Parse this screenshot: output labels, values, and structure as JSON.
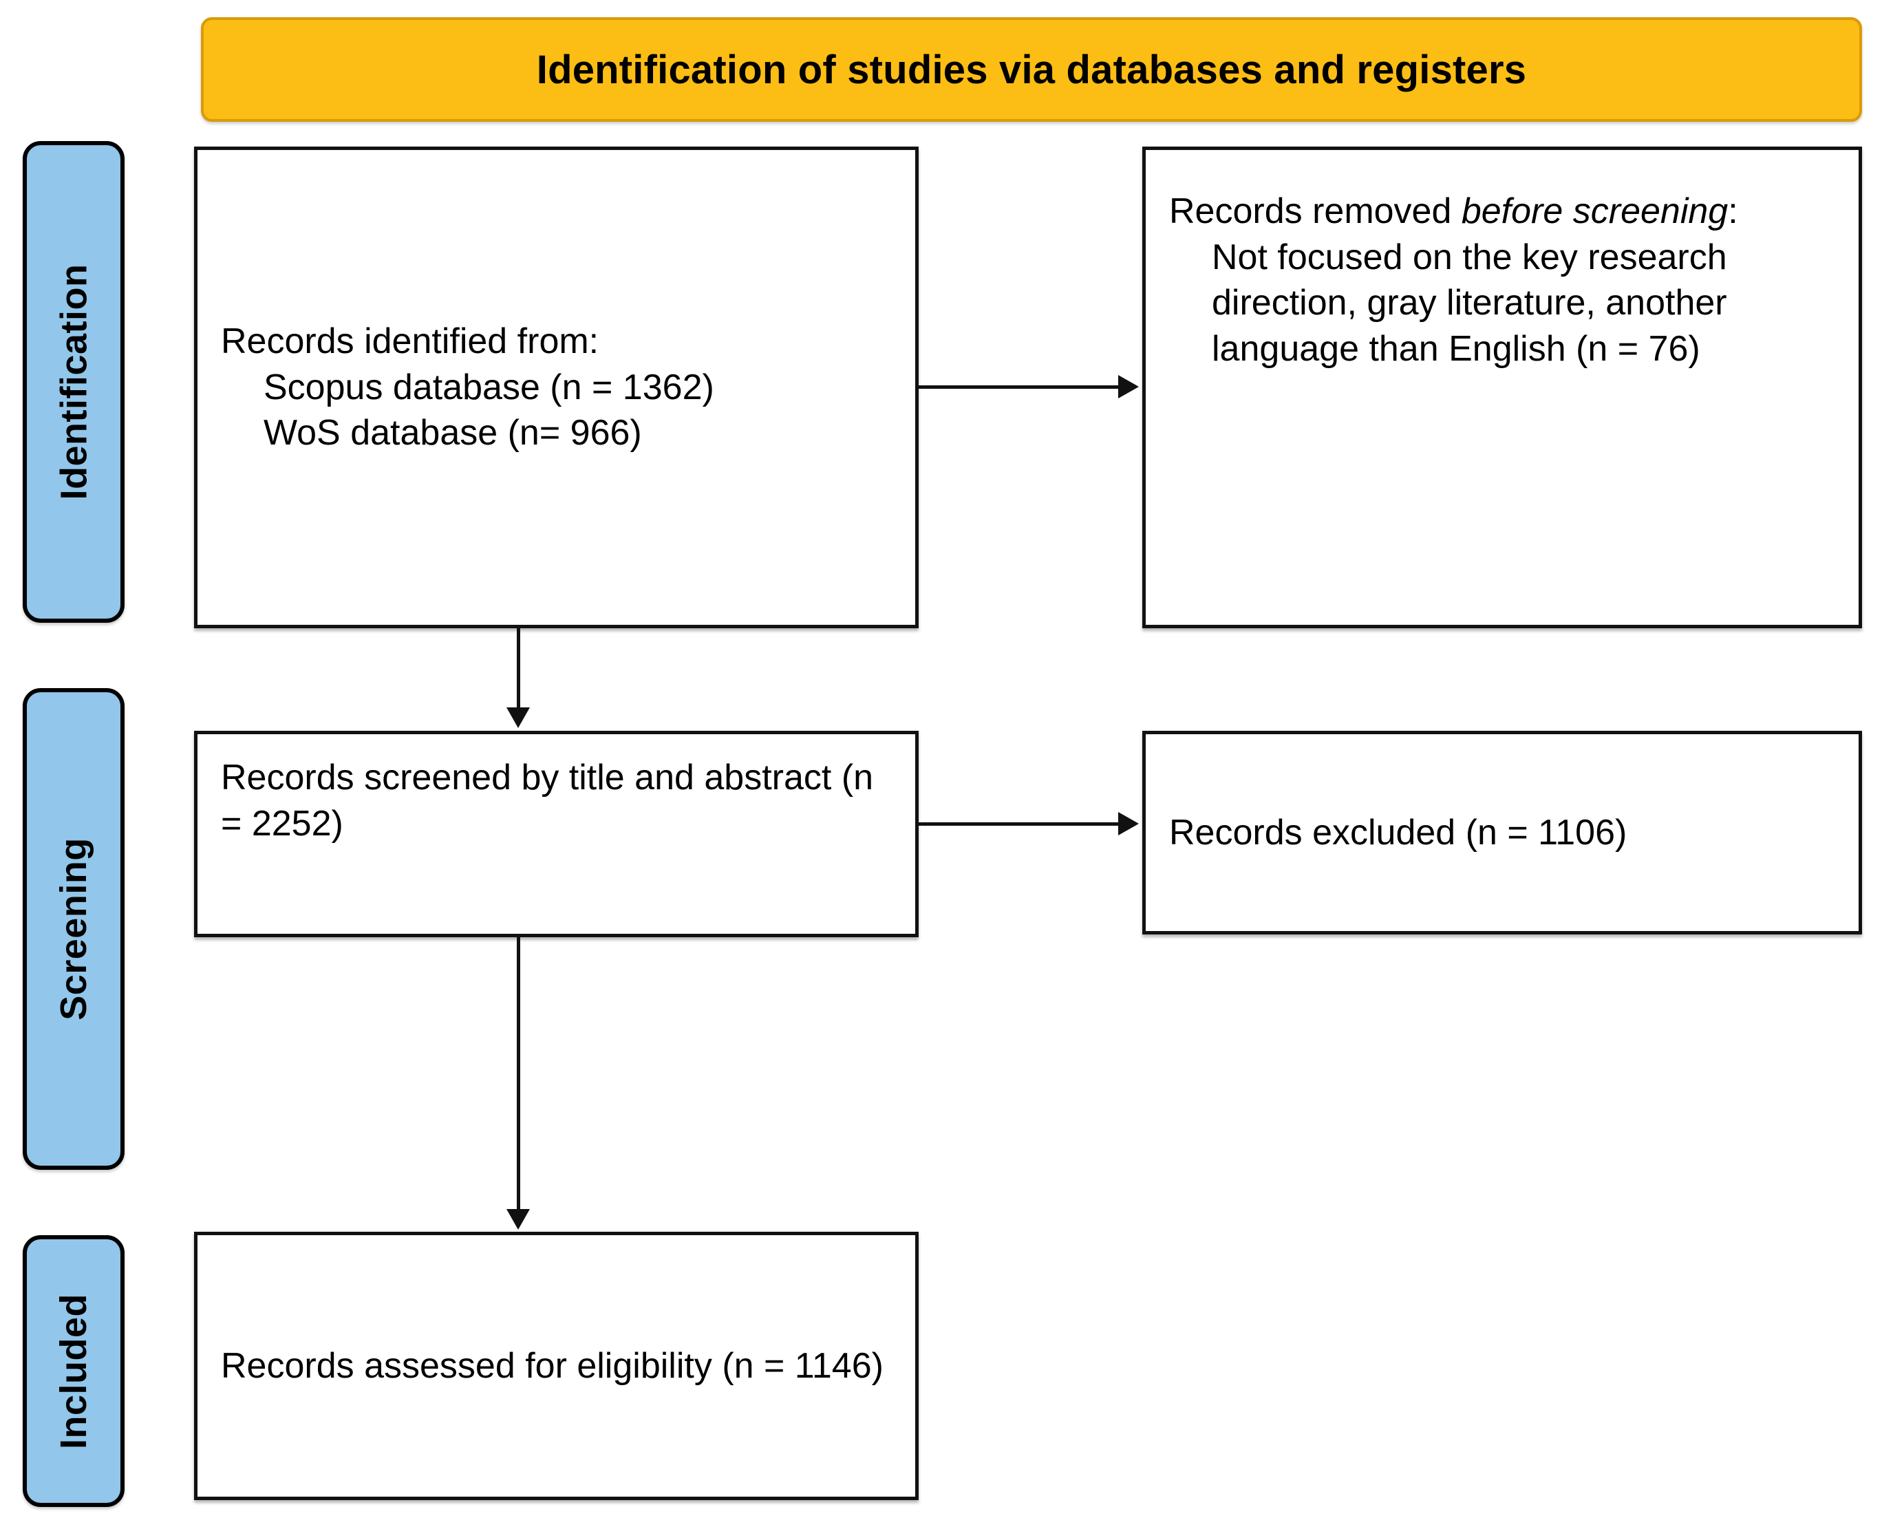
{
  "banner": {
    "title": "Identification of studies via databases and registers",
    "bg_color": "#FCBD14",
    "border_color": "#D99B08"
  },
  "stages": {
    "accent_color": "#92C6EA",
    "items": [
      {
        "id": "identification",
        "label": "Identification"
      },
      {
        "id": "screening",
        "label": "Screening"
      },
      {
        "id": "included",
        "label": "Included"
      }
    ]
  },
  "boxes": {
    "identified": {
      "line1": "Records identified from:",
      "line2": "Scopus database (n = 1362)",
      "line3": "WoS database (n= 966)"
    },
    "removed": {
      "lead_plain": "Records removed ",
      "lead_italic_1": "before",
      "lead_italic_2": "screening",
      "lead_colon": ":",
      "detail": "Not focused on the key research direction, gray literature, another language than English (n = 76)"
    },
    "screened": {
      "line1": "Records screened by title and",
      "line2": "abstract",
      "line3": "(n = 2252)"
    },
    "excluded": {
      "line1": "Records excluded",
      "line2": "(n = 1106)"
    },
    "eligible": {
      "line1": "Records assessed for eligibility",
      "line2": "(n = 1146)"
    }
  },
  "connectors": [
    {
      "id": "identified-removed",
      "direction": "right"
    },
    {
      "id": "identified-screened",
      "direction": "down"
    },
    {
      "id": "screened-excluded",
      "direction": "right"
    },
    {
      "id": "screened-eligible",
      "direction": "down"
    }
  ]
}
